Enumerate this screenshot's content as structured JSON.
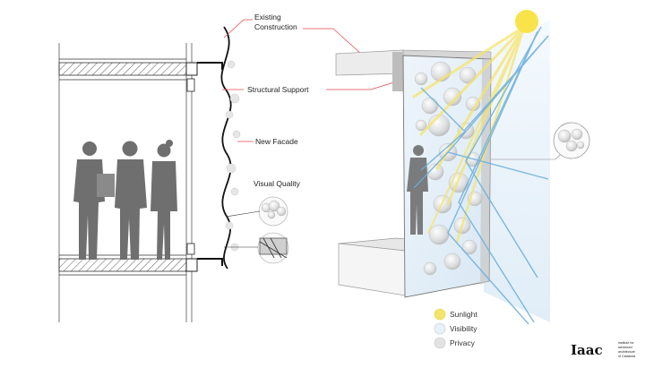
{
  "labels": {
    "existing_construction_line1": "Existing",
    "existing_construction_line2": "Construction",
    "structural_support": "Structural Support",
    "new_facade": "New Facade",
    "visual_quality": "Visual Quality"
  },
  "legend": [
    {
      "label": "Sunlight",
      "color": "#f6e46a"
    },
    {
      "label": "Visibility",
      "color": "#e6f1fb"
    },
    {
      "label": "Privacy",
      "color": "#e3e3e3"
    }
  ],
  "logo": {
    "mark": "Iaac",
    "line1": "institute for",
    "line2": "advanced",
    "line3": "architecture",
    "line4": "of Catalonia"
  },
  "colors": {
    "callout_line": "#e5484d",
    "sun": "#f8e34a",
    "beam_blue": "#6aaedc",
    "silhouette": "#6f6f6f"
  }
}
